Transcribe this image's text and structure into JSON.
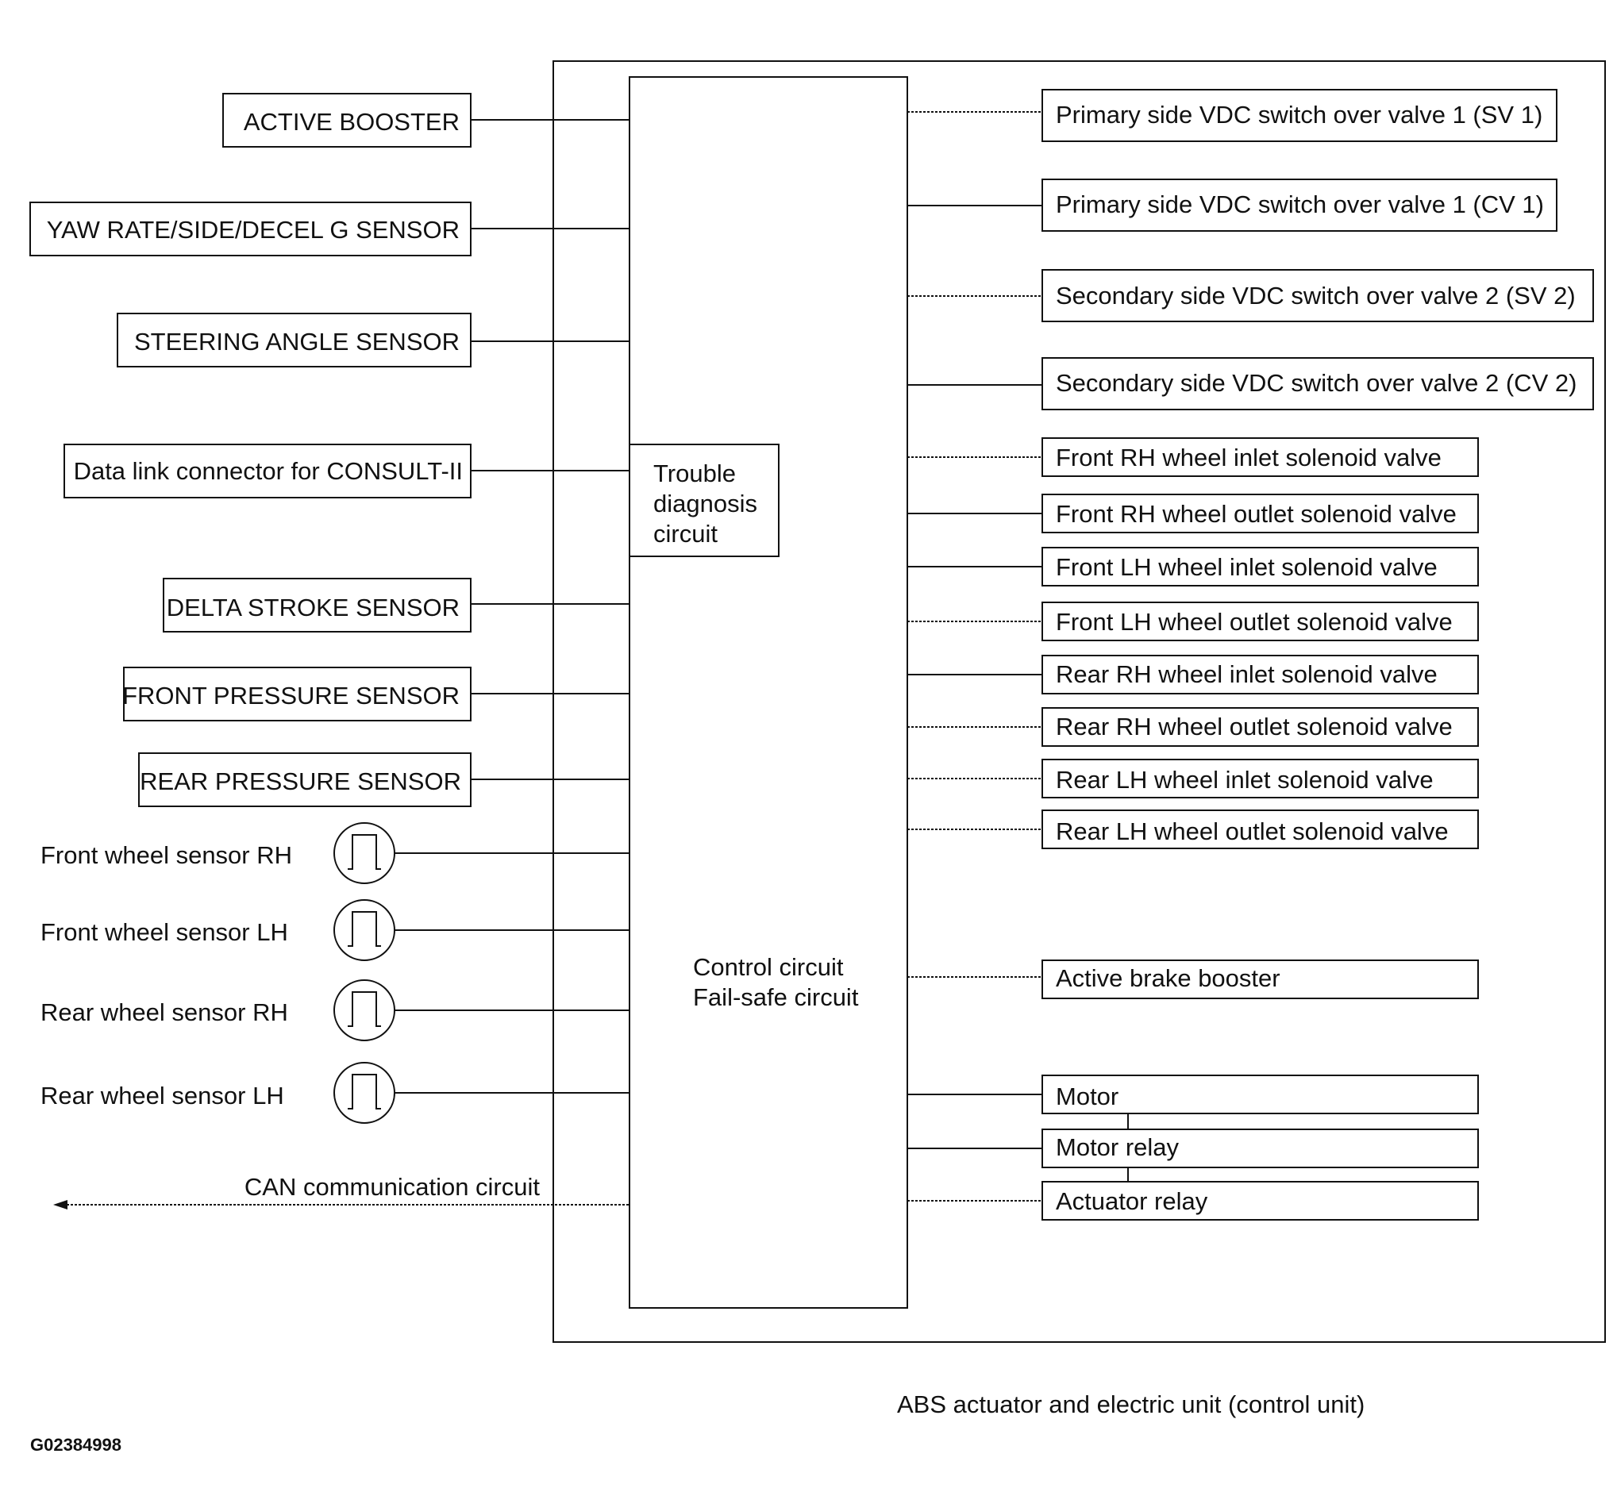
{
  "inputs": {
    "active_booster": "ACTIVE BOOSTER",
    "yaw_rate": "YAW RATE/SIDE/DECEL G SENSOR",
    "steering_angle": "STEERING ANGLE SENSOR",
    "data_link": "Data link connector for CONSULT-II",
    "delta_stroke": "DELTA STROKE SENSOR",
    "front_pressure": "FRONT PRESSURE SENSOR",
    "rear_pressure": "REAR PRESSURE SENSOR"
  },
  "wheel_sensors": {
    "front_rh": "Front  wheel sensor RH",
    "front_lh": "Front wheel sensor  LH",
    "rear_rh": "Rear  wheel sensor RH",
    "rear_lh": "Rear wheel sensor  LH",
    "icon": "square-pulse-icon"
  },
  "can_label": "CAN communication circuit",
  "control_unit": {
    "trouble_line1": "Trouble",
    "trouble_line2": "diagnosis",
    "trouble_line3": "circuit",
    "control_line1": "Control circuit",
    "control_line2": "Fail-safe circuit",
    "title": "ABS actuator and electric unit (control unit)"
  },
  "outputs": {
    "sv1": "Primary side VDC switch over valve 1 (SV 1)",
    "cv1": "Primary side VDC switch over valve 1 (CV 1)",
    "sv2": "Secondary side VDC switch over valve 2 (SV 2)",
    "cv2": "Secondary side VDC switch over valve 2 (CV 2)",
    "front_rh_inlet": "Front RH wheel inlet solenoid valve",
    "front_rh_outlet": "Front RH wheel outlet solenoid valve",
    "front_lh_inlet": "Front LH wheel inlet solenoid valve",
    "front_lh_outlet": "Front LH wheel outlet solenoid valve",
    "rear_rh_inlet": "Rear RH wheel inlet solenoid valve",
    "rear_rh_outlet": "Rear RH wheel outlet solenoid valve",
    "rear_lh_inlet": "Rear LH wheel inlet solenoid valve",
    "rear_lh_outlet": "Rear LH wheel outlet solenoid valve",
    "active_brake_booster": "Active brake booster",
    "motor": "Motor",
    "motor_relay": "Motor relay",
    "actuator_relay": "Actuator relay"
  },
  "figure_id": "G02384998"
}
